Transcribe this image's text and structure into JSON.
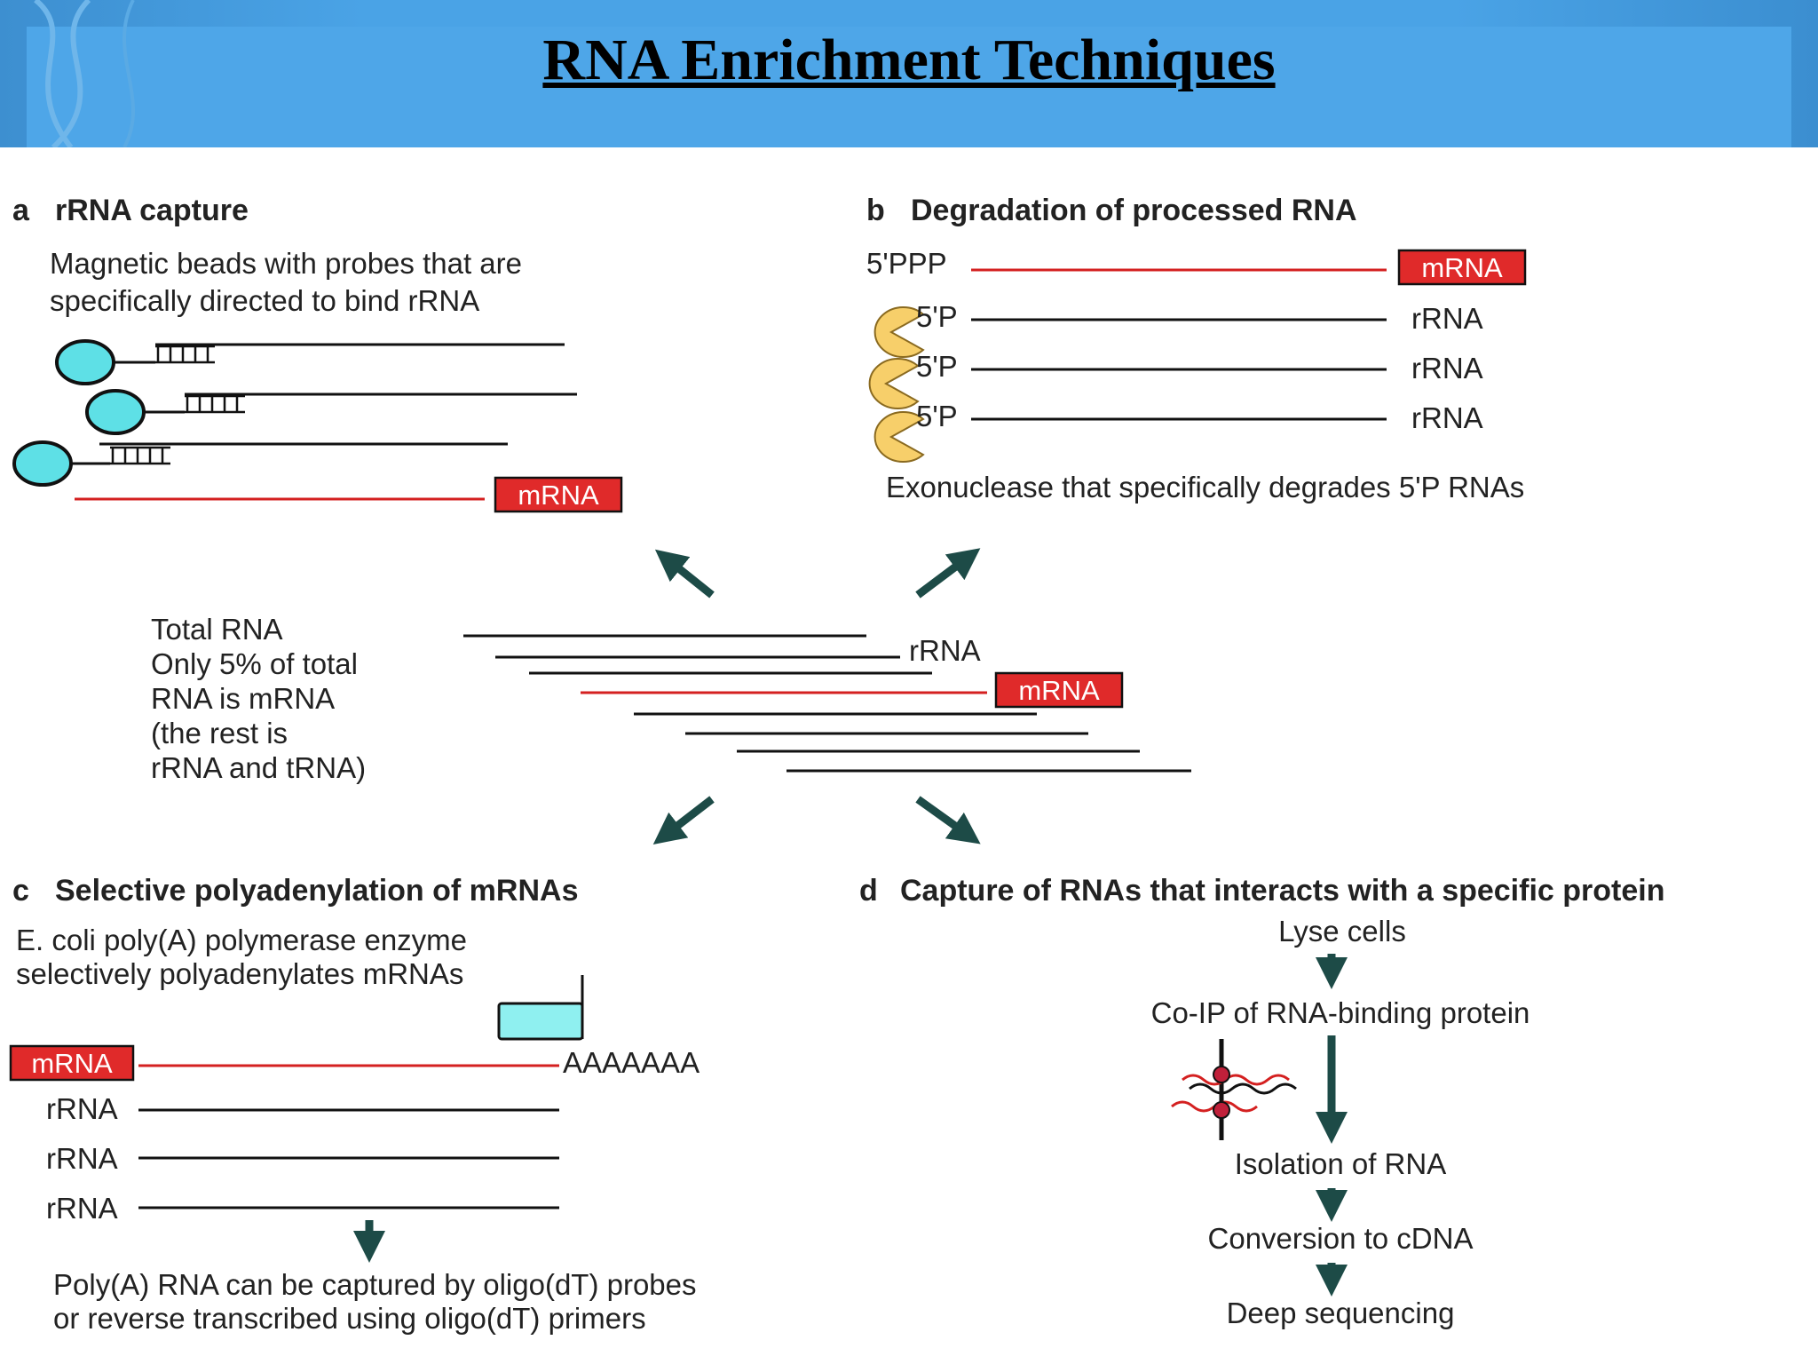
{
  "title": "RNA Enrichment Techniques",
  "colors": {
    "header": "#4aa3e6",
    "mrna_line": "#d42020",
    "mrna_box": "#e02a2a",
    "arrow": "#1d4b47",
    "bead": "#5ee0e6",
    "exonuclease": "#f7cf6a"
  },
  "panel_a": {
    "letter": "a",
    "heading": "rRNA capture",
    "desc_1": "Magnetic beads with probes that are",
    "desc_2": "specifically directed to bind rRNA",
    "mrna_label": "mRNA"
  },
  "panel_b": {
    "letter": "b",
    "heading": "Degradation of processed RNA",
    "cap_ppp": "5'PPP",
    "mrna_label": "mRNA",
    "cap_p": "5'P",
    "rrna_label": "rRNA",
    "caption": "Exonuclease that specifically degrades 5'P RNAs"
  },
  "center": {
    "lines": [
      "Total RNA",
      "Only 5% of total",
      "RNA is mRNA",
      "(the rest is",
      "rRNA and tRNA)"
    ],
    "rrna_label": "rRNA",
    "mrna_label": "mRNA"
  },
  "panel_c": {
    "letter": "c",
    "heading": "Selective polyadenylation of mRNAs",
    "desc_1": "E. coli poly(A) polymerase enzyme",
    "desc_2": "selectively polyadenylates mRNAs",
    "mrna_label": "mRNA",
    "polya": "AAAAAAA",
    "rrna_label": "rRNA",
    "caption_1": "Poly(A) RNA can be captured by oligo(dT) probes",
    "caption_2": "or reverse transcribed using oligo(dT) primers"
  },
  "panel_d": {
    "letter": "d",
    "heading": "Capture of RNAs that interacts with a specific protein",
    "steps": [
      "Lyse cells",
      "Co-IP of RNA-binding protein",
      "Isolation of RNA",
      "Conversion to cDNA",
      "Deep sequencing"
    ]
  }
}
